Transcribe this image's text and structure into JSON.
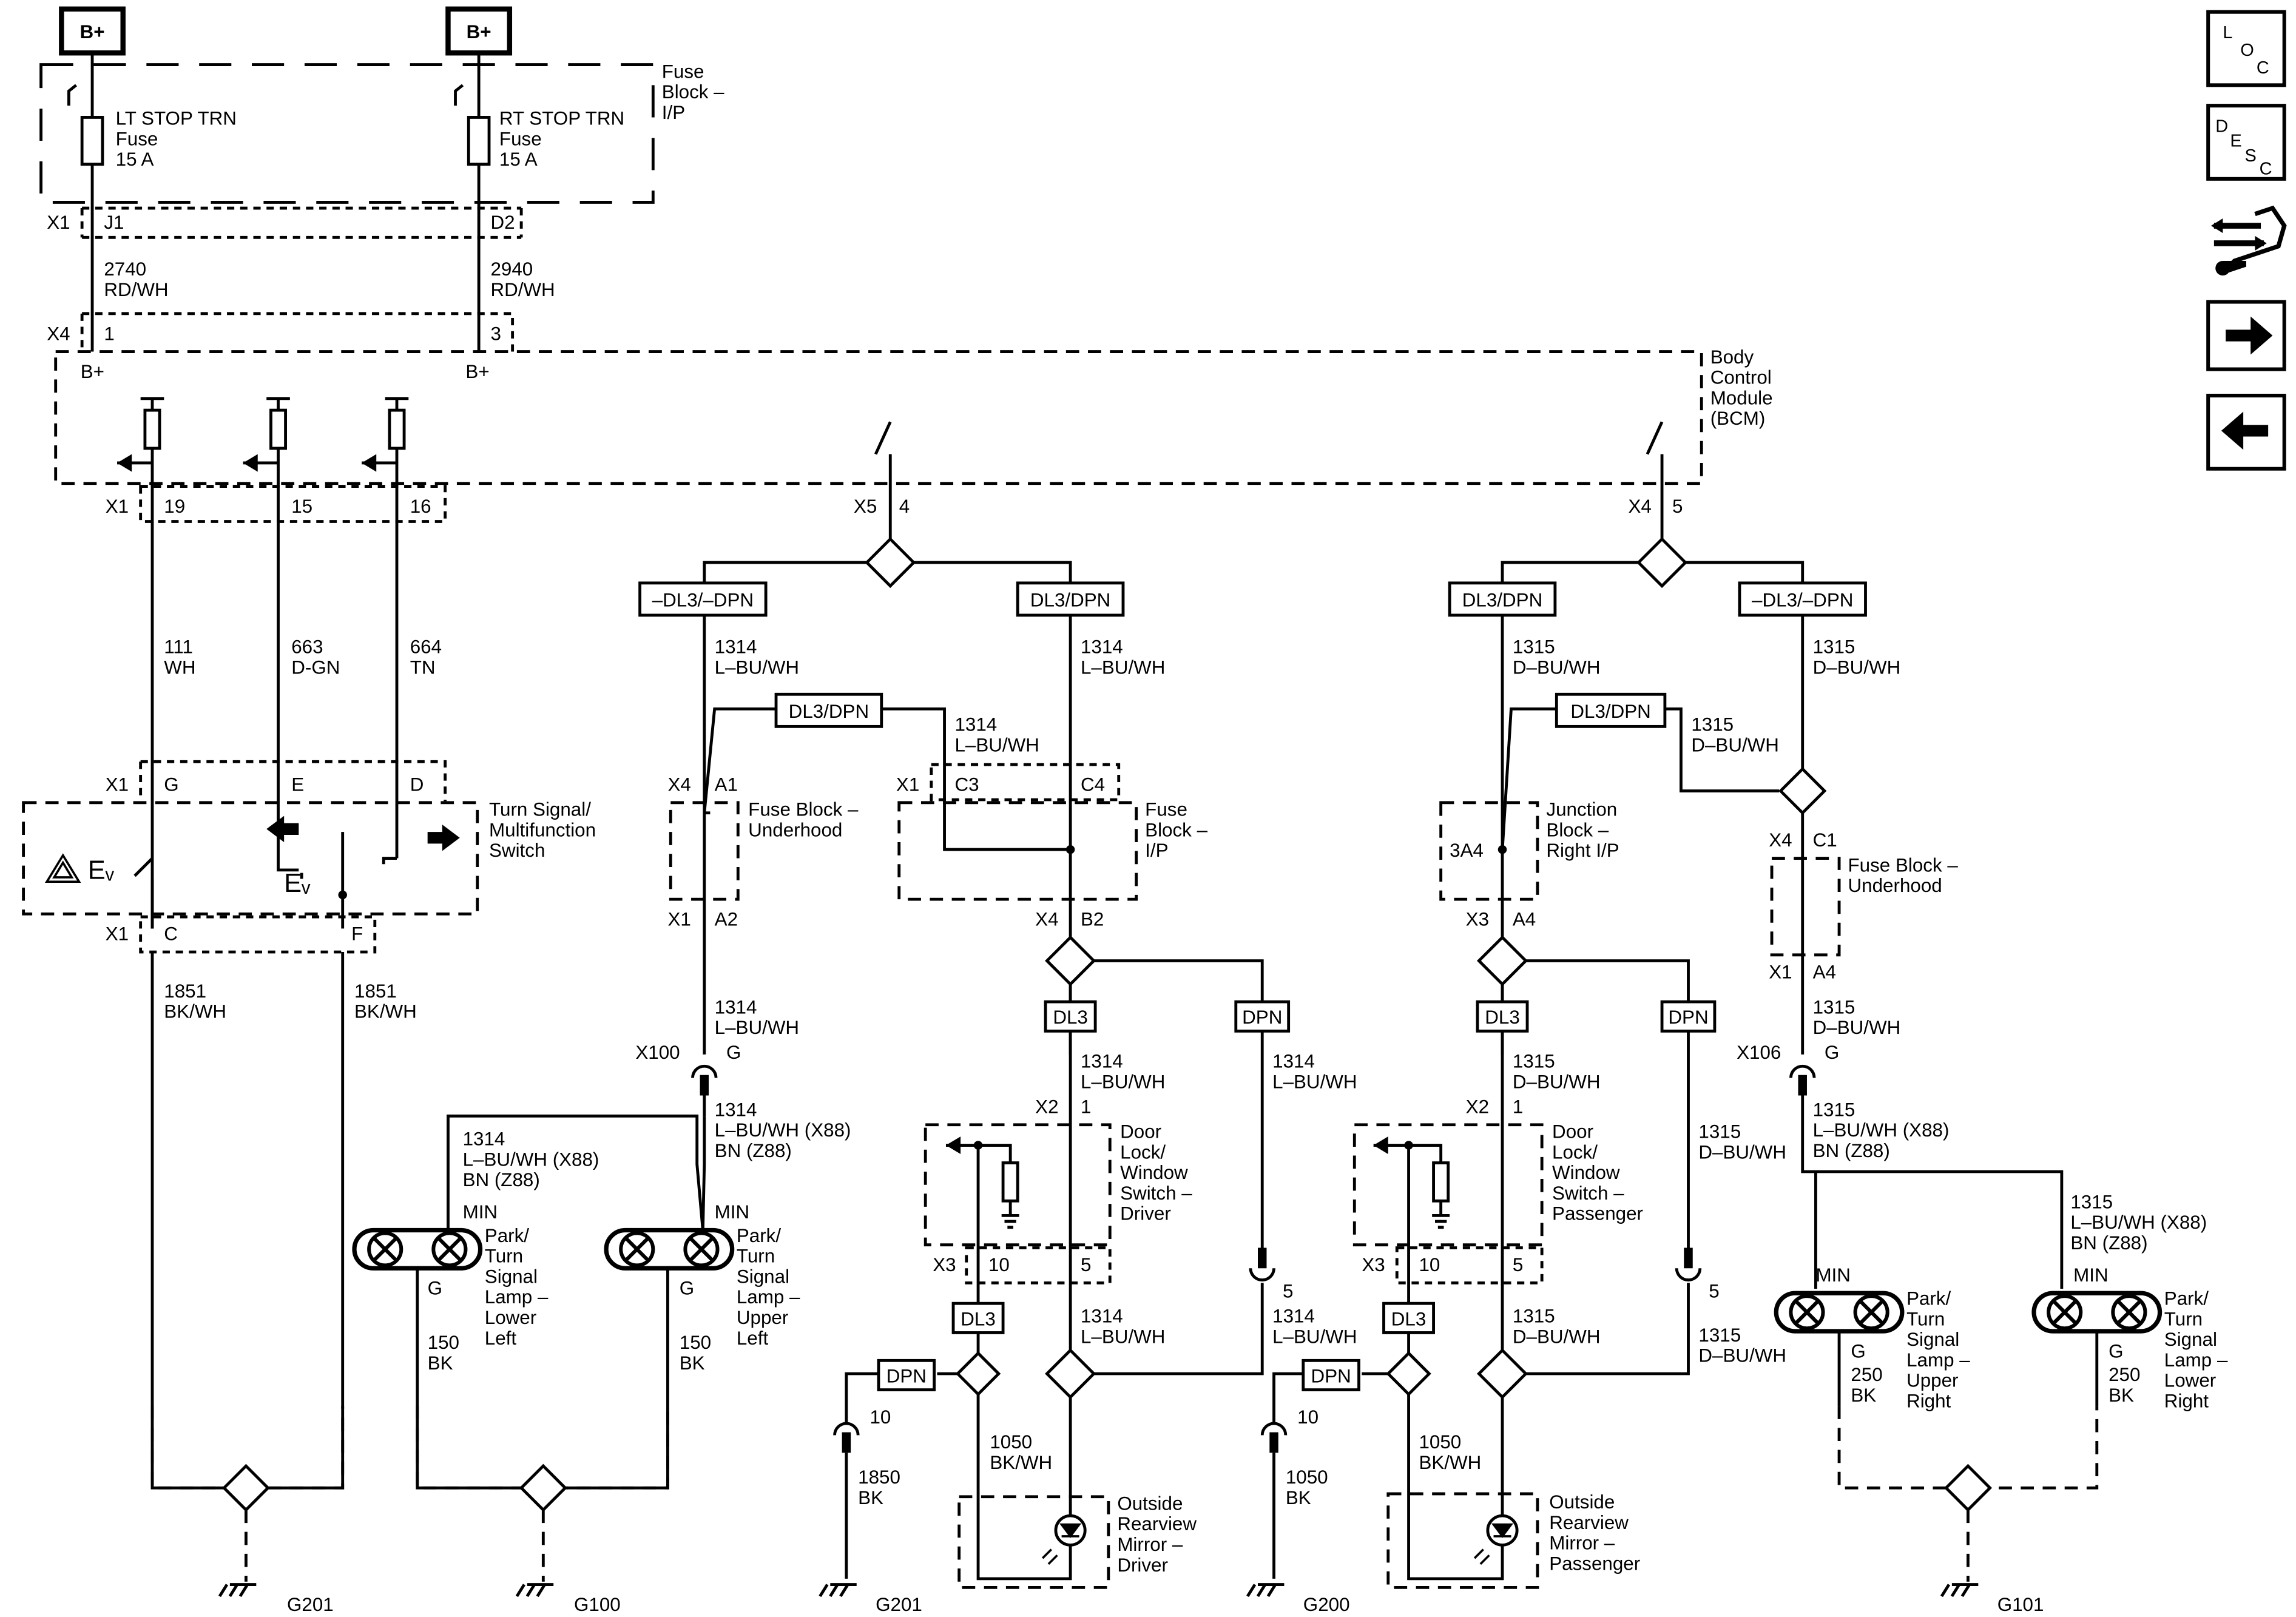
{
  "power": {
    "b_plus_left": "B+",
    "b_plus_right": "B+"
  },
  "fuse_block_ip": {
    "label": [
      "Fuse",
      "Block –",
      "I/P"
    ],
    "fuse_left": [
      "LT STOP TRN",
      "Fuse",
      "15 A"
    ],
    "fuse_right": [
      "RT STOP TRN",
      "Fuse",
      "15 A"
    ],
    "conn": "X1",
    "pin_left": "J1",
    "pin_right": "D2"
  },
  "top_wires": {
    "left": [
      "2740",
      "RD/WH"
    ],
    "right": [
      "2940",
      "RD/WH"
    ]
  },
  "bcm": {
    "label": [
      "Body",
      "Control",
      "Module",
      "(BCM)"
    ],
    "conn_x4": "X4",
    "pin_1": "1",
    "pin_3": "3",
    "bplus_l": "B+",
    "bplus_r": "B+",
    "conn_x1": "X1",
    "pin_19": "19",
    "pin_15": "15",
    "pin_16": "16",
    "conn_x5": "X5",
    "pin_4": "4",
    "conn_x4b": "X4",
    "pin_5": "5"
  },
  "bcm_wires": {
    "w1": [
      "111",
      "WH"
    ],
    "w2": [
      "663",
      "D-GN"
    ],
    "w3": [
      "664",
      "TN"
    ]
  },
  "turn_switch": {
    "label": [
      "Turn Signal/",
      "Multifunction",
      "Switch"
    ],
    "conn_top": "X1",
    "pin_g": "G",
    "pin_e": "E",
    "pin_d": "D",
    "conn_bot": "X1",
    "pin_c": "C",
    "pin_f": "F"
  },
  "lower_left_wires": {
    "w1": [
      "1851",
      "BK/WH"
    ],
    "w2": [
      "1851",
      "BK/WH"
    ]
  },
  "grounds": {
    "g201a": "G201",
    "g100": "G100",
    "g201b": "G201",
    "g200": "G200",
    "g101": "G101"
  },
  "left_lamps": {
    "wire_lower": [
      "1314",
      "L–BU/WH (X88)",
      "BN (Z88)"
    ],
    "min_lower": "MIN",
    "min_upper": "MIN",
    "lamp_lower": [
      "Park/",
      "Turn",
      "Signal",
      "Lamp –",
      "Lower",
      "Left"
    ],
    "lamp_upper": [
      "Park/",
      "Turn",
      "Signal",
      "Lamp –",
      "Upper",
      "Left"
    ],
    "g_lower": "G",
    "g_upper": "G",
    "gnd_lower": [
      "150",
      "BK"
    ],
    "gnd_upper": [
      "150",
      "BK"
    ]
  },
  "left_branch": {
    "opt_a": "–DL3/–DPN",
    "opt_b": "DL3/DPN",
    "opt_c": "DL3/DPN",
    "wire_a": [
      "1314",
      "L–BU/WH"
    ],
    "wire_b": [
      "1314",
      "L–BU/WH"
    ],
    "wire_c": [
      "1314",
      "L–BU/WH"
    ],
    "fbu_label": [
      "Fuse Block –",
      "Underhood"
    ],
    "x4": "X4",
    "a1": "A1",
    "x1": "X1",
    "a2": "A2",
    "fbip_label": [
      "Fuse",
      "Block –",
      "I/P"
    ],
    "x1b": "X1",
    "c3": "C3",
    "c4": "C4",
    "x4b": "X4",
    "b2": "B2",
    "wire_d": [
      "1314",
      "L–BU/WH"
    ],
    "x100": "X100",
    "g": "G",
    "wire_e": [
      "1314",
      "L–BU/WH (X88)",
      "BN (Z88)"
    ],
    "dl3": "DL3",
    "dpn": "DPN",
    "wire_f": [
      "1314",
      "L–BU/WH"
    ],
    "wire_g": [
      "1314",
      "L–BU/WH"
    ],
    "x2": "X2",
    "p1": "1",
    "dlws_label": [
      "Door",
      "Lock/",
      "Window",
      "Switch –",
      "Driver"
    ],
    "x3": "X3",
    "p10": "10",
    "p5": "5",
    "p5b": "5",
    "dl3b": "DL3",
    "dpnb": "DPN",
    "p10b": "10",
    "wire_h": [
      "1314",
      "L–BU/WH"
    ],
    "wire_i": [
      "1314",
      "L–BU/WH"
    ],
    "wire_j": [
      "1050",
      "BK/WH"
    ],
    "wire_k": [
      "1850",
      "BK"
    ],
    "mirror": [
      "Outside",
      "Rearview",
      "Mirror –",
      "Driver"
    ]
  },
  "right_branch": {
    "opt_a": "DL3/DPN",
    "opt_b": "–DL3/–DPN",
    "opt_c": "DL3/DPN",
    "wire_a": [
      "1315",
      "D–BU/WH"
    ],
    "wire_b": [
      "1315",
      "D–BU/WH"
    ],
    "wire_c": [
      "1315",
      "D–BU/WH"
    ],
    "jb_label": [
      "Junction",
      "Block –",
      "Right I/P"
    ],
    "jb_pin": "3A4",
    "x3": "X3",
    "a4": "A4",
    "fbu_label": [
      "Fuse Block –",
      "Underhood"
    ],
    "x4": "X4",
    "c1": "C1",
    "x1": "X1",
    "a4b": "A4",
    "wire_d": [
      "1315",
      "D–BU/WH"
    ],
    "x106": "X106",
    "g": "G",
    "wire_e": [
      "1315",
      "L–BU/WH (X88)",
      "BN (Z88)"
    ],
    "dl3": "DL3",
    "dpn": "DPN",
    "wire_f": [
      "1315",
      "D–BU/WH"
    ],
    "wire_g": [
      "1315",
      "D–BU/WH"
    ],
    "x2": "X2",
    "p1": "1",
    "dlws_label": [
      "Door",
      "Lock/",
      "Window",
      "Switch –",
      "Passenger"
    ],
    "x3b": "X3",
    "p10": "10",
    "p5": "5",
    "p5b": "5",
    "dl3b": "DL3",
    "dpnb": "DPN",
    "p10b": "10",
    "wire_h": [
      "1315",
      "D–BU/WH"
    ],
    "wire_i": [
      "1315",
      "D–BU/WH"
    ],
    "wire_j": [
      "1050",
      "BK/WH"
    ],
    "wire_k": [
      "1050",
      "BK"
    ],
    "mirror": [
      "Outside",
      "Rearview",
      "Mirror –",
      "Passenger"
    ]
  },
  "right_lamps": {
    "wire_lower": [
      "1315",
      "L–BU/WH (X88)",
      "BN (Z88)"
    ],
    "min_upper": "MIN",
    "min_lower": "MIN",
    "lamp_upper": [
      "Park/",
      "Turn",
      "Signal",
      "Lamp –",
      "Upper",
      "Right"
    ],
    "lamp_lower": [
      "Park/",
      "Turn",
      "Signal",
      "Lamp –",
      "Lower",
      "Right"
    ],
    "g_upper": "G",
    "g_lower": "G",
    "gnd_upper": [
      "250",
      "BK"
    ],
    "gnd_lower": [
      "250",
      "BK"
    ]
  },
  "nav": {
    "loc": [
      "L",
      "O",
      "C"
    ],
    "desc": [
      "D",
      "E",
      "S",
      "C"
    ],
    "icons": [
      "connector-repair-icon",
      "arrow-right-icon",
      "arrow-left-icon"
    ]
  }
}
